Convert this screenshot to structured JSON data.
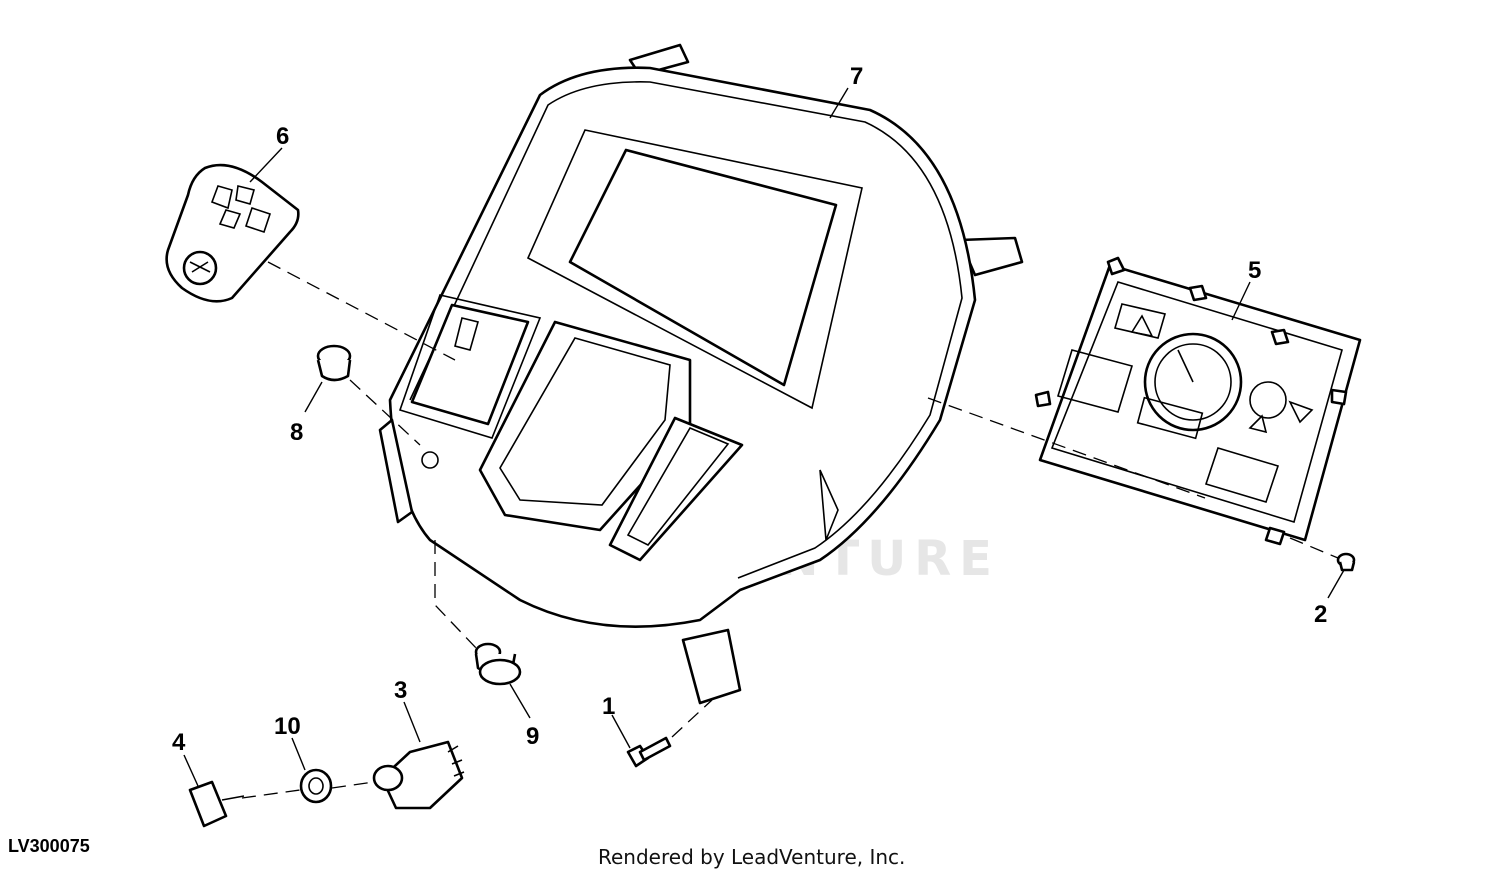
{
  "figure_id": "LV300075",
  "credit": "Rendered by LeadVenture, Inc.",
  "watermark": "LEADVENTURE",
  "callouts": [
    {
      "id": "callout-1",
      "label": "1"
    },
    {
      "id": "callout-2",
      "label": "2"
    },
    {
      "id": "callout-3",
      "label": "3"
    },
    {
      "id": "callout-4",
      "label": "4"
    },
    {
      "id": "callout-5",
      "label": "5"
    },
    {
      "id": "callout-6",
      "label": "6"
    },
    {
      "id": "callout-7",
      "label": "7"
    },
    {
      "id": "callout-8",
      "label": "8"
    },
    {
      "id": "callout-9",
      "label": "9"
    },
    {
      "id": "callout-10",
      "label": "10"
    }
  ]
}
